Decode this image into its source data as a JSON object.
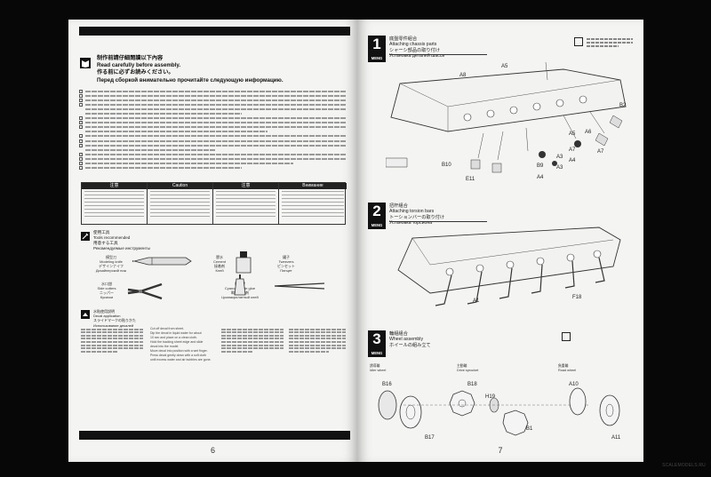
{
  "left_page": {
    "warning": {
      "lines": [
        "制作前請仔細閱讀以下內容",
        "Read carefully before assembly.",
        "作る前に必ずお読みください。",
        "Перед сборкой внимательно прочитайте следующую информацию."
      ]
    },
    "caution_titles": [
      "注意",
      "Caution",
      "注意",
      "Внимание"
    ],
    "tools": {
      "title_lines": [
        "使用工具",
        "Tools recommended",
        "用意する工具",
        "Рекомендуемые инструменты"
      ],
      "items": [
        {
          "lines": [
            "模型刀",
            "Modeling knife",
            "デザインナイフ",
            "Дизайнерский нож"
          ]
        },
        {
          "lines": [
            "膠水",
            "Cement",
            "接着剤",
            "Клей"
          ]
        },
        {
          "lines": [
            "鑷子",
            "Tweezers",
            "ピンセット",
            "Пинцет"
          ]
        },
        {
          "lines": [
            "水口鉗",
            "Side cutters",
            "ニッパー",
            "Кусачки"
          ]
        },
        {
          "lines": [
            "瞬間膠",
            "Cyanoacrylate glue",
            "瞬間接着剤",
            "Цианакрилатный клей"
          ]
        }
      ]
    },
    "decal": {
      "title_lines": [
        "水貼使用說明",
        "Decal application",
        "スライドマークの貼りかた",
        "Использование декалей"
      ],
      "col2_steps": [
        "Cut off decal from sheet.",
        "Dip the decal in liquid water for about",
        "10 sec and place on a clean cloth.",
        "Hold the backing sheet edge and slide",
        "decal into the model.",
        "Move decal into position with a wet finger.",
        "Press decal gently down with a soft cloth",
        "until excess water and air bubbles are gone."
      ]
    },
    "page_number": "6"
  },
  "right_page": {
    "steps": [
      {
        "number": "1",
        "brand": "MENG",
        "title_lines": [
          "底盤零件組合",
          "Attaching chassis parts",
          "シャーシ部品の取り付け",
          "Установка деталей шасси"
        ],
        "labels": [
          "A8",
          "A5",
          "B2",
          "A5",
          "A6",
          "A7",
          "A3",
          "A4",
          "A7",
          "B9",
          "A3",
          "A4",
          "B10",
          "E11"
        ]
      },
      {
        "number": "2",
        "brand": "MENG",
        "title_lines": [
          "扭杆組合",
          "Attaching torsion bars",
          "トーションバーの取り付け",
          "Установка торсиона"
        ],
        "labels": [
          "A1",
          "F18"
        ]
      },
      {
        "number": "3",
        "brand": "MENG",
        "title_lines": [
          "輪組組合",
          "Wheel assembly",
          "ホイールの組み立て",
          "Сборка катков"
        ],
        "sub_labels": [
          [
            "誘導輪",
            "Idler wheel"
          ],
          [
            "主動輪",
            "Drive sprocket"
          ],
          [
            "負重輪",
            "Road wheel"
          ]
        ],
        "labels": [
          "B16",
          "B18",
          "H19",
          "A10",
          "B17",
          "B1",
          "A11"
        ]
      }
    ],
    "page_number": "7"
  },
  "watermark": "SCALEMODELS.RU"
}
